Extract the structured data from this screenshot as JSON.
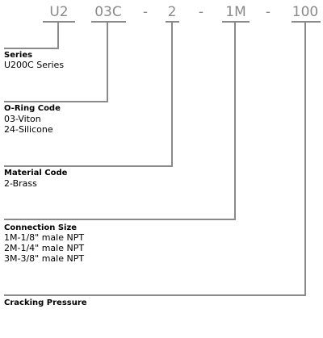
{
  "codes": [
    "U2",
    "03C",
    "2",
    "1M",
    "100"
  ],
  "separator": "-",
  "sections": [
    {
      "title": "Series",
      "lines": [
        "U200C Series"
      ]
    },
    {
      "title": "O-Ring Code",
      "lines": [
        "03-Viton",
        "24-Silicone"
      ]
    },
    {
      "title": "Material Code",
      "lines": [
        "2-Brass"
      ]
    },
    {
      "title": "Connection Size",
      "lines": [
        "1M-1/8\" male NPT",
        "2M-1/4\" male NPT",
        "3M-3/8\" male NPT"
      ]
    },
    {
      "title": "Cracking Pressure",
      "lines": []
    }
  ]
}
